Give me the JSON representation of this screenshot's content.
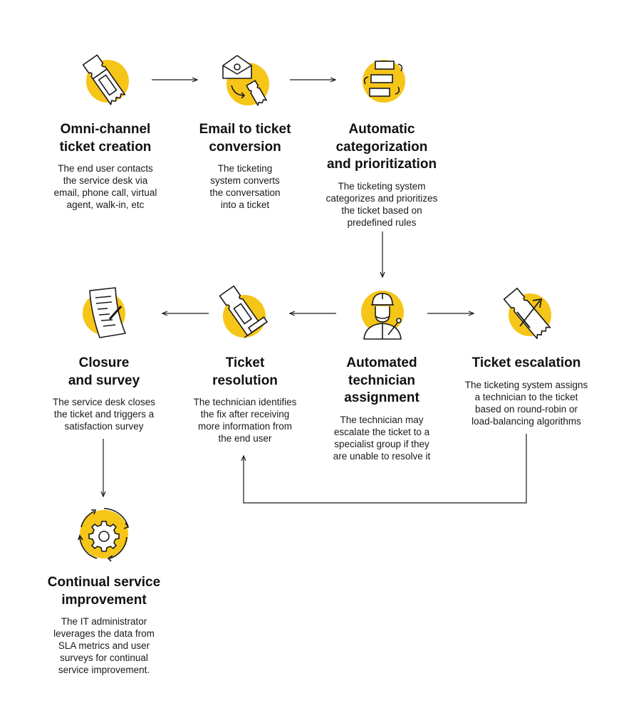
{
  "colors": {
    "accent": "#f5c518",
    "ink": "#1a1a1a"
  },
  "nodes": {
    "omni": {
      "icon": "ticket-icon",
      "title_lines": [
        "Omni-channel",
        "ticket creation"
      ],
      "desc_lines": [
        "The end user contacts",
        "the service desk via",
        "email, phone call, virtual",
        "agent, walk-in, etc"
      ]
    },
    "email": {
      "icon": "envelope-ticket-icon",
      "title_lines": [
        "Email to ticket",
        "conversion"
      ],
      "desc_lines": [
        "The ticketing",
        "system converts",
        "the conversation",
        "into a ticket"
      ]
    },
    "categorize": {
      "icon": "categorize-icon",
      "title_lines": [
        "Automatic",
        "categorization",
        "and prioritization"
      ],
      "desc_lines": [
        "The ticketing system",
        "categorizes and prioritizes",
        "the ticket based on",
        "predefined rules"
      ]
    },
    "assign": {
      "icon": "technician-icon",
      "title_lines": [
        "Automated",
        "technician",
        "assignment"
      ],
      "desc_lines": [
        "The technician may",
        "escalate the ticket to a",
        "specialist group if they",
        "are unable to resolve it"
      ]
    },
    "escalate": {
      "icon": "escalation-icon",
      "title_lines": [
        "Ticket escalation"
      ],
      "desc_lines": [
        "The ticketing system assigns",
        "a technician to the ticket",
        "based on round-robin or",
        "load-balancing algorithms"
      ]
    },
    "resolve": {
      "icon": "stamped-ticket-icon",
      "title_lines": [
        "Ticket",
        "resolution"
      ],
      "desc_lines": [
        "The technician identifies",
        "the fix after receiving",
        "more information from",
        "the end user"
      ]
    },
    "closure": {
      "icon": "survey-icon",
      "title_lines": [
        "Closure",
        "and survey"
      ],
      "desc_lines": [
        "The service desk closes",
        "the ticket and triggers a",
        "satisfaction survey"
      ]
    },
    "improve": {
      "icon": "gear-icon",
      "title_lines": [
        "Continual service",
        "improvement"
      ],
      "desc_lines": [
        "The IT administrator",
        "leverages the data from",
        "SLA metrics and user",
        "surveys for continual",
        "service improvement."
      ]
    }
  }
}
